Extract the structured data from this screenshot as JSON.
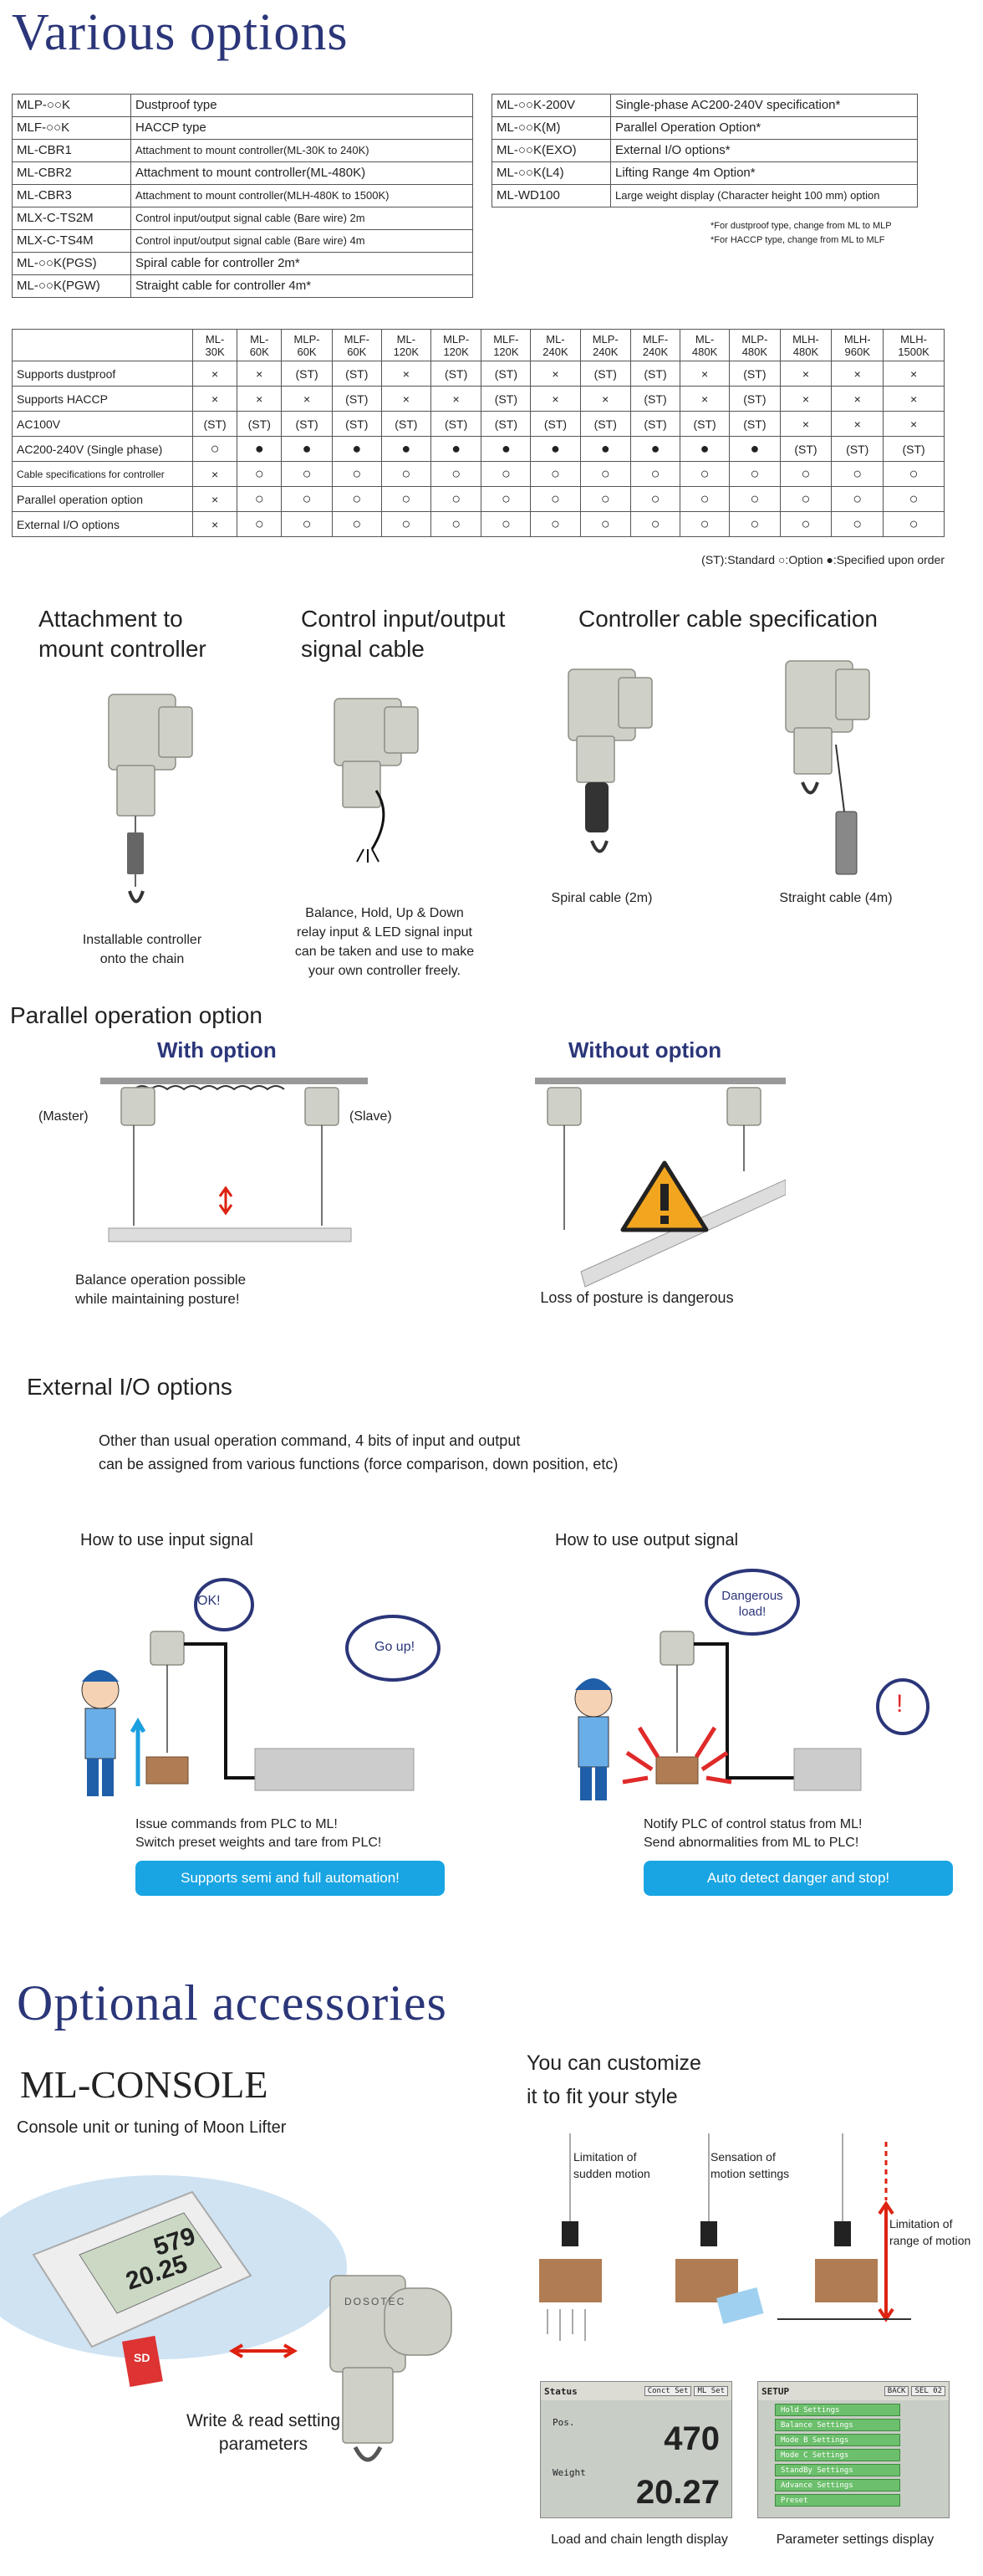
{
  "various": {
    "title": "Various options",
    "left_options": [
      {
        "code": "MLP-○○K",
        "desc": "Dustproof type"
      },
      {
        "code": "MLF-○○K",
        "desc": "HACCP type"
      },
      {
        "code": "ML-CBR1",
        "desc": "Attachment to mount controller(ML-30K to 240K)"
      },
      {
        "code": "ML-CBR2",
        "desc": "Attachment to mount controller(ML-480K)"
      },
      {
        "code": "ML-CBR3",
        "desc": "Attachment to mount controller(MLH-480K to 1500K)"
      },
      {
        "code": "MLX-C-TS2M",
        "desc": "Control input/output signal cable (Bare wire) 2m"
      },
      {
        "code": "MLX-C-TS4M",
        "desc": "Control input/output signal cable (Bare wire) 4m"
      },
      {
        "code": "ML-○○K(PGS)",
        "desc": "Spiral cable for controller 2m*"
      },
      {
        "code": "ML-○○K(PGW)",
        "desc": "Straight cable for controller 4m*"
      }
    ],
    "right_options": [
      {
        "code": "ML-○○K-200V",
        "desc": "Single-phase AC200-240V specification*"
      },
      {
        "code": "ML-○○K(M)",
        "desc": "Parallel Operation Option*"
      },
      {
        "code": "ML-○○K(EXO)",
        "desc": "External I/O options*"
      },
      {
        "code": "ML-○○K(L4)",
        "desc": "Lifting Range 4m Option*"
      },
      {
        "code": "ML-WD100",
        "desc": "Large weight display (Character height 100 mm) option"
      }
    ],
    "notes": [
      "*For dustproof type, change from ML to MLP",
      "*For HACCP type, change from ML to MLF"
    ],
    "comparison": {
      "models": [
        "ML-\n30K",
        "ML-\n60K",
        "MLP-\n60K",
        "MLF-\n60K",
        "ML-\n120K",
        "MLP-\n120K",
        "MLF-\n120K",
        "ML-\n240K",
        "MLP-\n240K",
        "MLF-\n240K",
        "ML-\n480K",
        "MLP-\n480K",
        "MLH-\n480K",
        "MLH-\n960K",
        "MLH-\n1500K"
      ],
      "rows": [
        {
          "label": "Supports dustproof",
          "cells": [
            "×",
            "×",
            "(ST)",
            "(ST)",
            "×",
            "(ST)",
            "(ST)",
            "×",
            "(ST)",
            "(ST)",
            "×",
            "(ST)",
            "×",
            "×",
            "×"
          ]
        },
        {
          "label": "Supports HACCP",
          "cells": [
            "×",
            "×",
            "×",
            "(ST)",
            "×",
            "×",
            "(ST)",
            "×",
            "×",
            "(ST)",
            "×",
            "(ST)",
            "×",
            "×",
            "×"
          ]
        },
        {
          "label": "AC100V",
          "cells": [
            "(ST)",
            "(ST)",
            "(ST)",
            "(ST)",
            "(ST)",
            "(ST)",
            "(ST)",
            "(ST)",
            "(ST)",
            "(ST)",
            "(ST)",
            "(ST)",
            "×",
            "×",
            "×"
          ]
        },
        {
          "label": "AC200-240V (Single phase)",
          "cells": [
            "○",
            "●",
            "●",
            "●",
            "●",
            "●",
            "●",
            "●",
            "●",
            "●",
            "●",
            "●",
            "(ST)",
            "(ST)",
            "(ST)"
          ]
        },
        {
          "label": "Cable specifications for controller",
          "cells": [
            "×",
            "○",
            "○",
            "○",
            "○",
            "○",
            "○",
            "○",
            "○",
            "○",
            "○",
            "○",
            "○",
            "○",
            "○"
          ]
        },
        {
          "label": "Parallel operation option",
          "cells": [
            "×",
            "○",
            "○",
            "○",
            "○",
            "○",
            "○",
            "○",
            "○",
            "○",
            "○",
            "○",
            "○",
            "○",
            "○"
          ]
        },
        {
          "label": "External I/O options",
          "cells": [
            "×",
            "○",
            "○",
            "○",
            "○",
            "○",
            "○",
            "○",
            "○",
            "○",
            "○",
            "○",
            "○",
            "○",
            "○"
          ]
        }
      ],
      "legend": "(ST):Standard ○:Option ●:Specified upon order"
    }
  },
  "attachments": {
    "mount_title": "Attachment to\nmount controller",
    "mount_caption": "Installable controller\nonto the chain",
    "signal_title": "Control input/output\nsignal cable",
    "signal_caption": "Balance, Hold, Up & Down\nrelay input & LED signal input\ncan be taken and use to make\nyour own controller freely.",
    "cable_title": "Controller cable specification",
    "spiral_caption": "Spiral cable (2m)",
    "straight_caption": "Straight cable (4m)"
  },
  "parallel": {
    "title": "Parallel operation option",
    "with_label": "With option",
    "without_label": "Without option",
    "master": "(Master)",
    "slave": "(Slave)",
    "with_caption": "Balance operation possible\nwhile maintaining posture!",
    "without_caption": "Loss of posture is dangerous"
  },
  "external": {
    "title": "External I/O options",
    "desc": "Other than usual operation command, 4 bits of input and output\ncan be assigned from various functions (force comparison, down position, etc)",
    "input_title": "How to use input signal",
    "output_title": "How to use output signal",
    "ok_bubble": "OK!",
    "goup_bubble": "Go up!",
    "danger_bubble": "Dangerous\nload!",
    "excl_bubble": "!",
    "input_caption": "Issue commands from PLC to ML!\nSwitch preset weights and tare from PLC!",
    "output_caption": "Notify PLC of control status from ML!\nSend abnormalities from ML to PLC!",
    "input_button": "Supports semi and full automation!",
    "output_button": "Auto detect danger and stop!"
  },
  "accessories": {
    "title": "Optional accessories",
    "console_title": "ML-CONSOLE",
    "console_sub": "Console unit or tuning of Moon Lifter",
    "console_values": [
      "579",
      "20.25"
    ],
    "sd_label": "SD",
    "brand": "DOSOTEC",
    "write_caption": "Write & read setting\nparameters",
    "customize": "You can customize\nit to fit your style",
    "limit_sudden": "Limitation of\nsudden motion",
    "sensation": "Sensation of\nmotion settings",
    "limit_range": "Limitation of\nrange of motion",
    "status_screen": {
      "title": "Status",
      "btn1": "Conct Set",
      "btn2": "ML Set",
      "pos_label": "Pos.",
      "pos_value": "470",
      "weight_label": "Weight",
      "weight_value": "20.27"
    },
    "setup_screen": {
      "title": "SETUP",
      "back": "BACK",
      "id": "SEL 02",
      "items": [
        "Hold Settings",
        "Balance Settings",
        "Mode B Settings",
        "Mode C Settings",
        "StandBy Settings",
        "Advance Settings",
        "Preset"
      ]
    },
    "load_caption": "Load and chain length display",
    "param_caption": "Parameter settings display"
  }
}
